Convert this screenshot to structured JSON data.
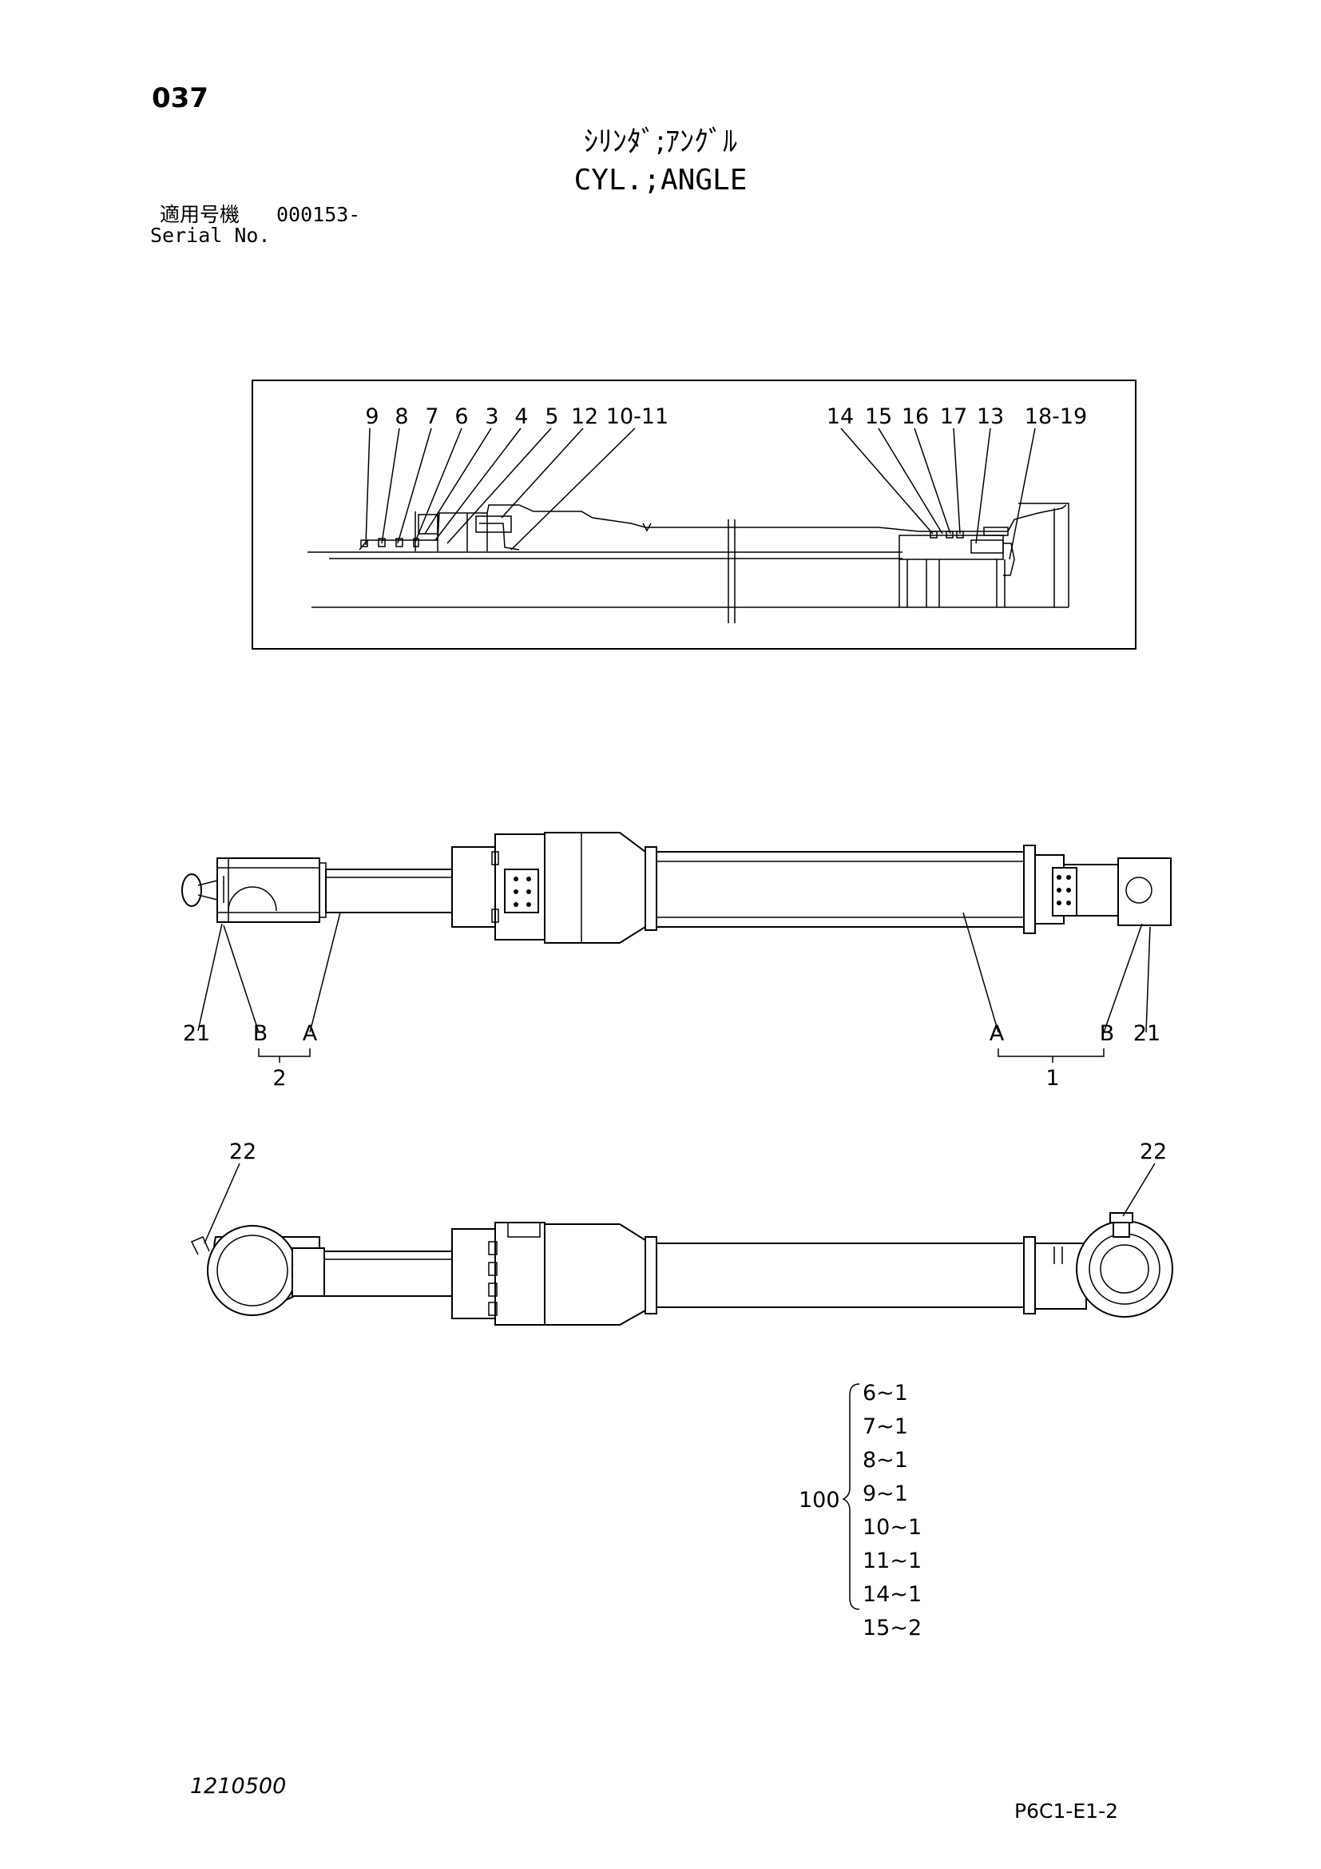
{
  "header": {
    "page_number": "037",
    "title_jp": "ｼﾘﾝﾀﾞ;ｱﾝｸﾞﾙ",
    "title_en": "CYL.;ANGLE",
    "serial_label_jp": "適用号機",
    "serial_value": "000153-",
    "serial_label_en": "Serial No."
  },
  "detail_view": {
    "callouts_left": [
      "9",
      "8",
      "7",
      "6",
      "3",
      "4",
      "5",
      "12",
      "10-11"
    ],
    "callouts_right": [
      "14",
      "15",
      "16",
      "17",
      "13",
      "18-19"
    ]
  },
  "top_view": {
    "left": {
      "callout": "21",
      "b": "B",
      "a": "A",
      "assembly": "2"
    },
    "right": {
      "callout": "21",
      "b": "B",
      "a": "A",
      "assembly": "1"
    }
  },
  "side_view": {
    "left_callout": "22",
    "right_callout": "22"
  },
  "kit": {
    "number": "100",
    "items": [
      "6~1",
      "7~1",
      "8~1",
      "9~1",
      "10~1",
      "11~1",
      "14~1",
      "15~2"
    ]
  },
  "footer": {
    "doc_number": "1210500",
    "page_code": "P6C1-E1-2"
  }
}
